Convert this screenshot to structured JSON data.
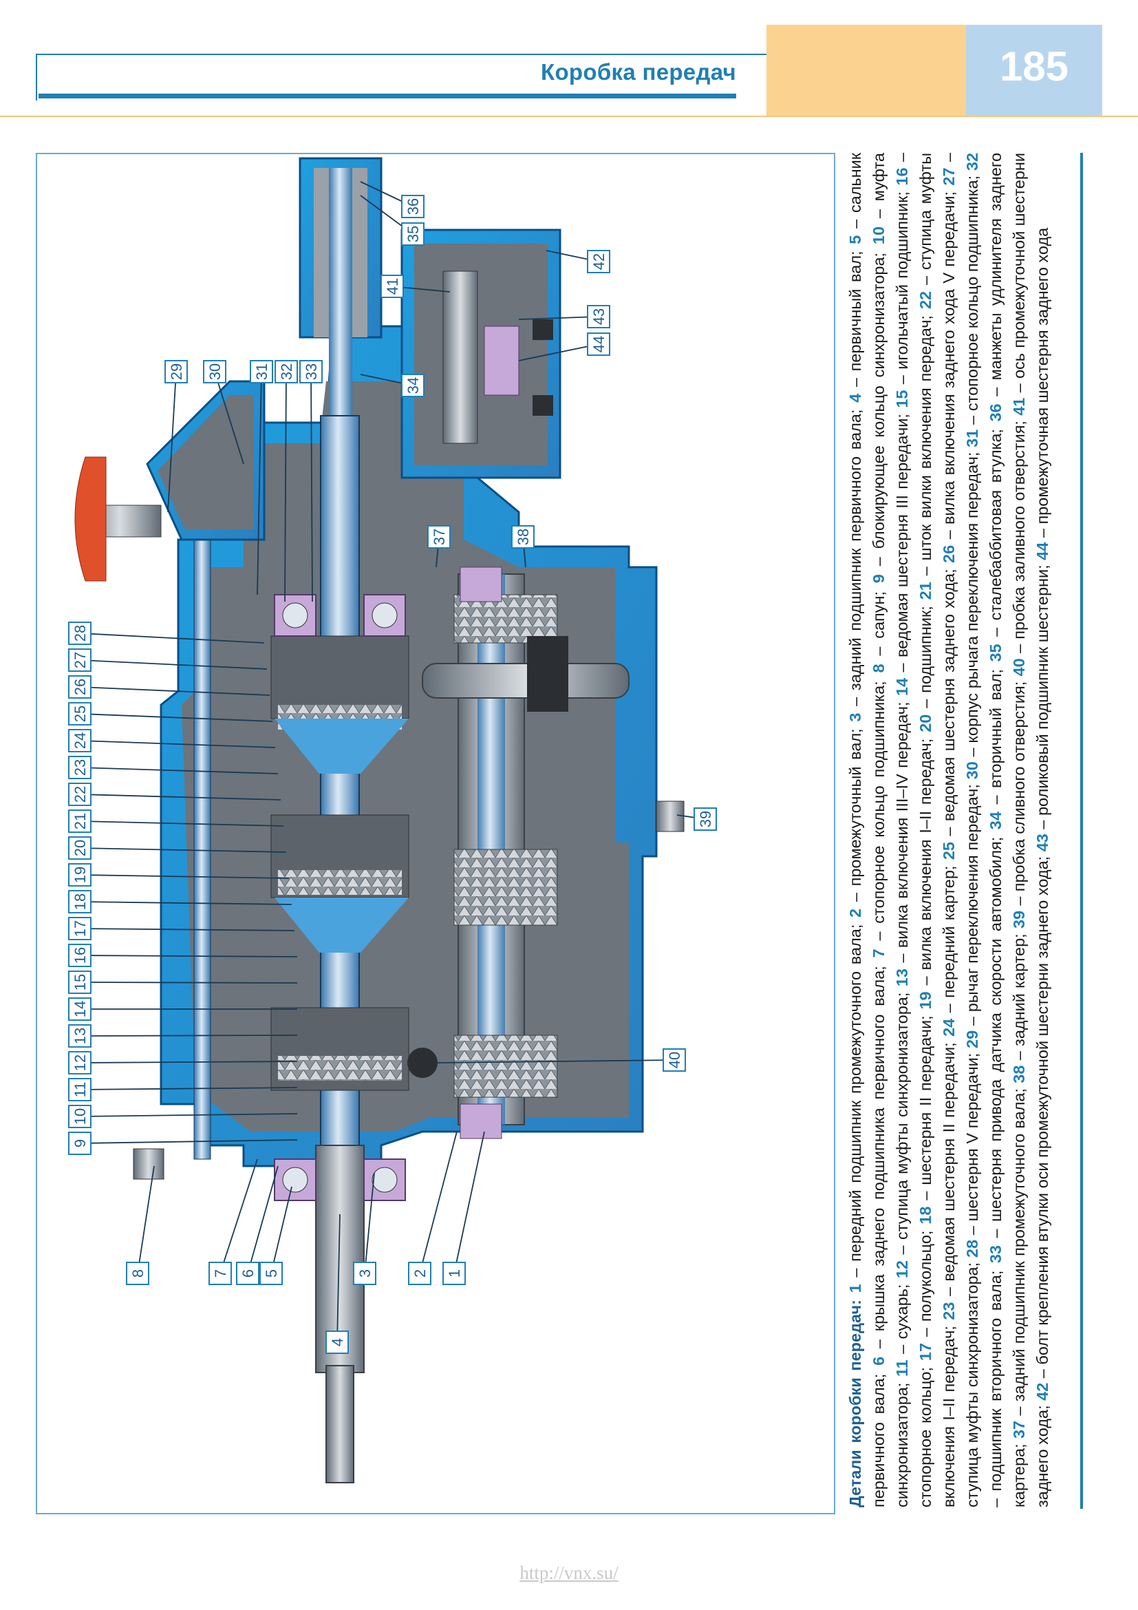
{
  "header": {
    "title": "Коробка передач",
    "page_number": "185",
    "colors": {
      "accent": "#1f7fb5",
      "orange": "#fbd28f",
      "light_blue": "#b7d6ee"
    }
  },
  "figure": {
    "callouts_left": [
      "28",
      "27",
      "26",
      "25",
      "24",
      "23",
      "22",
      "21",
      "20",
      "19",
      "18",
      "17",
      "16",
      "15",
      "14",
      "13",
      "12",
      "11",
      "10",
      "9"
    ],
    "callouts_bottom": [
      "8",
      "7",
      "6",
      "5",
      "4",
      "3",
      "2",
      "1"
    ],
    "callouts_top": [
      "29",
      "30",
      "31",
      "32",
      "33",
      "34",
      "35",
      "36",
      "37",
      "38",
      "39",
      "40",
      "41",
      "42",
      "43",
      "44"
    ]
  },
  "caption": {
    "heading": "Детали коробки передач:",
    "items": [
      {
        "n": "1",
        "t": "передний подшипник промежуточного вала"
      },
      {
        "n": "2",
        "t": "промежуточный вал"
      },
      {
        "n": "3",
        "t": "задний подшипник первичного вала"
      },
      {
        "n": "4",
        "t": "первичный вал"
      },
      {
        "n": "5",
        "t": "сальник первичного вала"
      },
      {
        "n": "6",
        "t": "крышка заднего подшипника первичного вала"
      },
      {
        "n": "7",
        "t": "стопорное кольцо подшипника"
      },
      {
        "n": "8",
        "t": "сапун"
      },
      {
        "n": "9",
        "t": "блокирующее кольцо синхронизатора"
      },
      {
        "n": "10",
        "t": "муфта синхронизатора"
      },
      {
        "n": "11",
        "t": "сухарь"
      },
      {
        "n": "12",
        "t": "ступица муфты синхронизатора"
      },
      {
        "n": "13",
        "t": "вилка включения III–IV передач"
      },
      {
        "n": "14",
        "t": "ведомая шестерня III передачи"
      },
      {
        "n": "15",
        "t": "игольчатый подшипник"
      },
      {
        "n": "16",
        "t": "стопорное кольцо"
      },
      {
        "n": "17",
        "t": "полукольцо"
      },
      {
        "n": "18",
        "t": "шестерня II передачи"
      },
      {
        "n": "19",
        "t": "вилка включения I–II передач"
      },
      {
        "n": "20",
        "t": "подшипник"
      },
      {
        "n": "21",
        "t": "шток вилки включения передач"
      },
      {
        "n": "22",
        "t": "ступица муфты включения I–II передач"
      },
      {
        "n": "23",
        "t": "ведомая шестерня II передачи"
      },
      {
        "n": "24",
        "t": "передний картер"
      },
      {
        "n": "25",
        "t": "ведомая шестерня заднего хода"
      },
      {
        "n": "26",
        "t": "вилка включения заднего хода V передачи"
      },
      {
        "n": "27",
        "t": "ступица муфты синхронизатора"
      },
      {
        "n": "28",
        "t": "шестерня V передачи"
      },
      {
        "n": "29",
        "t": "рычаг переключения передач"
      },
      {
        "n": "30",
        "t": "корпус рычага переключения передач"
      },
      {
        "n": "31",
        "t": "стопорное кольцо подшипника"
      },
      {
        "n": "32",
        "t": "подшипник вторичного вала"
      },
      {
        "n": "33",
        "t": "шестерня привода датчика скорости автомобиля"
      },
      {
        "n": "34",
        "t": "вторичный вал"
      },
      {
        "n": "35",
        "t": "сталебаббитовая втулка"
      },
      {
        "n": "36",
        "t": "манжеты удлинителя заднего картера"
      },
      {
        "n": "37",
        "t": "задний подшипник промежуточного вала"
      },
      {
        "n": "38",
        "t": "задний картер"
      },
      {
        "n": "39",
        "t": "пробка сливного отверстия"
      },
      {
        "n": "40",
        "t": "пробка заливного отверстия"
      },
      {
        "n": "41",
        "t": "ось промежуточной шестерни заднего хода"
      },
      {
        "n": "42",
        "t": "болт крепления втулки оси промежуточной шестерни заднего хода"
      },
      {
        "n": "43",
        "t": "роликовый подшипник шестерни"
      },
      {
        "n": "44",
        "t": "промежуточная шестерня заднего хода"
      }
    ]
  },
  "footer": {
    "url": "http://vnx.su/"
  }
}
